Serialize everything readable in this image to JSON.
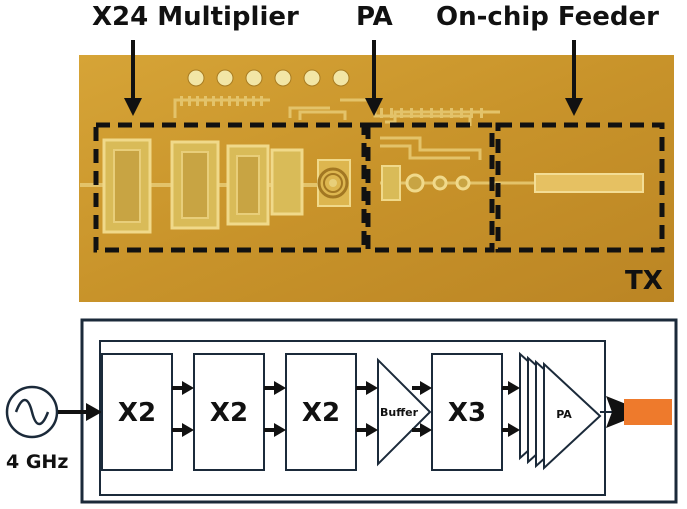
{
  "labels": {
    "multiplier": "X24 Multiplier",
    "pa": "PA",
    "feeder": "On-chip Feeder",
    "tx": "TX"
  },
  "colors": {
    "die": "#c9962b",
    "feeder_fill": "#ee7a2c",
    "frame": "#1b2a3a"
  },
  "source": {
    "frequency": "4 GHz",
    "icon": "sine-source-icon"
  },
  "blocks": {
    "x2_1": "X2",
    "x2_2": "X2",
    "x2_3": "X2",
    "buffer": "Buffer",
    "x3": "X3",
    "pa": "PA"
  }
}
